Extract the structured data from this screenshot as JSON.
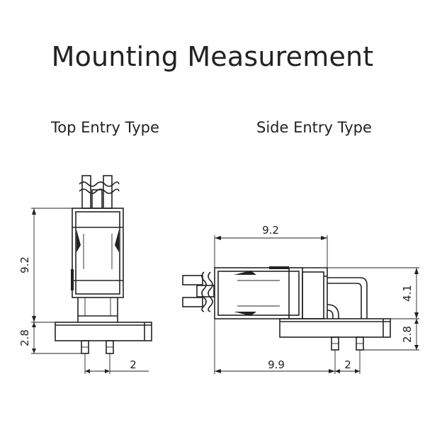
{
  "title": "Mounting Measurement",
  "views": {
    "top": {
      "label": "Top Entry Type",
      "dims": {
        "height": "9.2",
        "base": "2.8",
        "pitch": "2"
      }
    },
    "side": {
      "label": "Side Entry Type",
      "dims": {
        "width": "9.2",
        "height": "4.1",
        "base": "2.8",
        "length": "9.9",
        "pitch": "2"
      }
    }
  }
}
